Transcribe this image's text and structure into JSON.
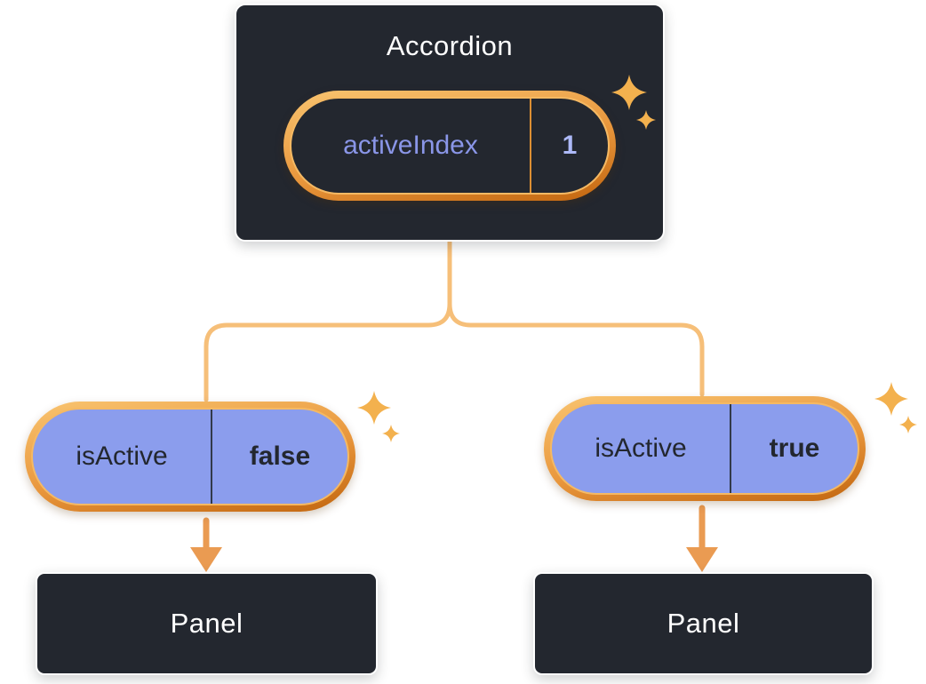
{
  "colors": {
    "bg": "#ffffff",
    "node_bg": "#23272f",
    "node_border": "#ffffff",
    "node_text": "#ffffff",
    "ring_light": "#f9c470",
    "ring_dark": "#c2660f",
    "pill_border": "#f5b963",
    "state_pill_bg": "#23272f",
    "state_label": "#8a96e8",
    "state_value": "#adb9f8",
    "state_divider": "#dd8f33",
    "prop_pill_bg": "#8b9ded",
    "prop_text": "#23272f",
    "prop_divider": "#323a4a",
    "connector": "#f6bf79",
    "arrow": "#ea9b52",
    "sparkle": "#f3b14e"
  },
  "accordion": {
    "title": "Accordion",
    "state": {
      "label": "activeIndex",
      "value": "1"
    }
  },
  "children": [
    {
      "prop": {
        "label": "isActive",
        "value": "false"
      },
      "panel": {
        "title": "Panel"
      }
    },
    {
      "prop": {
        "label": "isActive",
        "value": "true"
      },
      "panel": {
        "title": "Panel"
      }
    }
  ]
}
